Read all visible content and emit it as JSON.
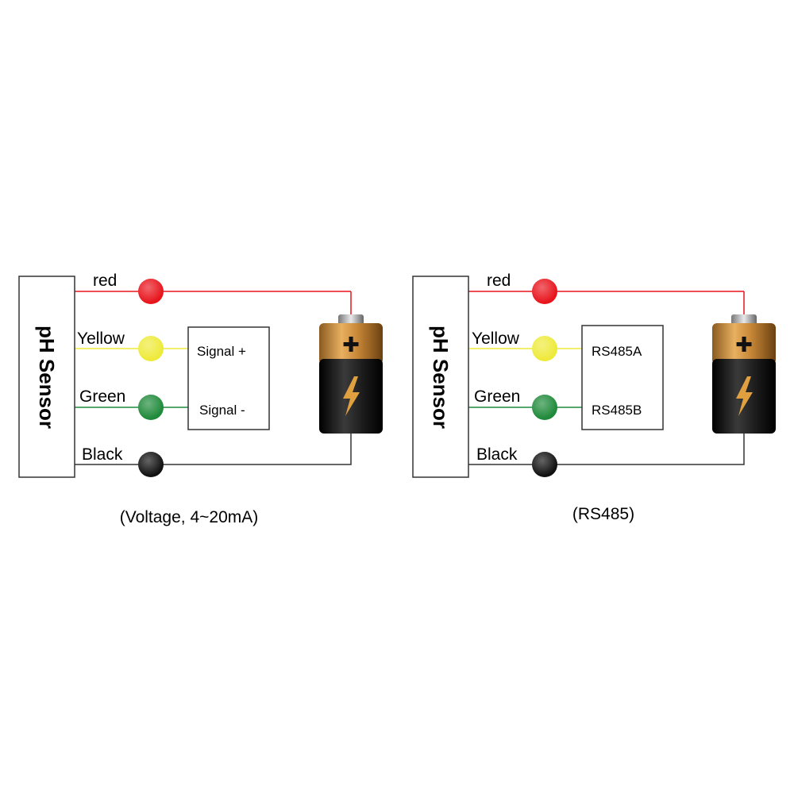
{
  "colors": {
    "red": "#e8141c",
    "yellow": "#eeea3a",
    "green": "#1f8a3a",
    "black": "#111111",
    "outline": "#333333",
    "battery_gold": "#c8883a",
    "battery_body": "#1a1a1a",
    "bolt": "#e0a040"
  },
  "panels": [
    {
      "sensor_label": "pH Sensor",
      "wires": [
        {
          "label": "red",
          "color": "red"
        },
        {
          "label": "Yellow",
          "color": "yellow"
        },
        {
          "label": "Green",
          "color": "green"
        },
        {
          "label": "Black",
          "color": "black"
        }
      ],
      "terminals": [
        "Signal +",
        "Signal -"
      ],
      "battery_icon": "battery-icon",
      "caption": "(Voltage, 4~20mA)"
    },
    {
      "sensor_label": "pH Sensor",
      "wires": [
        {
          "label": "red",
          "color": "red"
        },
        {
          "label": "Yellow",
          "color": "yellow"
        },
        {
          "label": "Green",
          "color": "green"
        },
        {
          "label": "Black",
          "color": "black"
        }
      ],
      "terminals": [
        "RS485A",
        "RS485B"
      ],
      "battery_icon": "battery-icon",
      "caption": "(RS485)"
    }
  ]
}
